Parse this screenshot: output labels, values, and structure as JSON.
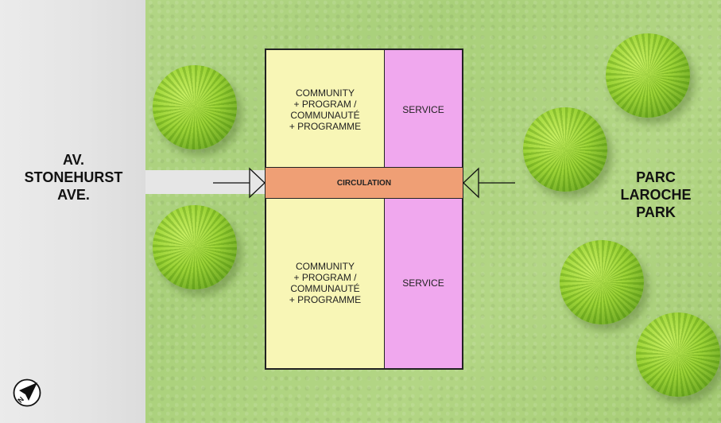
{
  "street": {
    "label_lines": [
      "AV.",
      "STONEHURST",
      "AVE."
    ]
  },
  "park": {
    "label_lines": [
      "PARC",
      "LAROCHE",
      "PARK"
    ]
  },
  "building": {
    "community_top": [
      "COMMUNITY",
      "+ PROGRAM /",
      "COMMUNAUTÉ",
      "+ PROGRAMME"
    ],
    "community_bottom": [
      "COMMUNITY",
      "+ PROGRAM /",
      "COMMUNAUTÉ",
      "+ PROGRAMME"
    ],
    "service_top": "SERVICE",
    "service_bottom": "SERVICE",
    "circulation": "CIRCULATION"
  },
  "colors": {
    "grass": "#aed27f",
    "street": "#e6e6e6",
    "community": "#f8f6b6",
    "service": "#f0a8ee",
    "circulation": "#ef9f75"
  },
  "icons": [
    "north-arrow-icon",
    "entry-arrow-icon",
    "tree-icon"
  ]
}
